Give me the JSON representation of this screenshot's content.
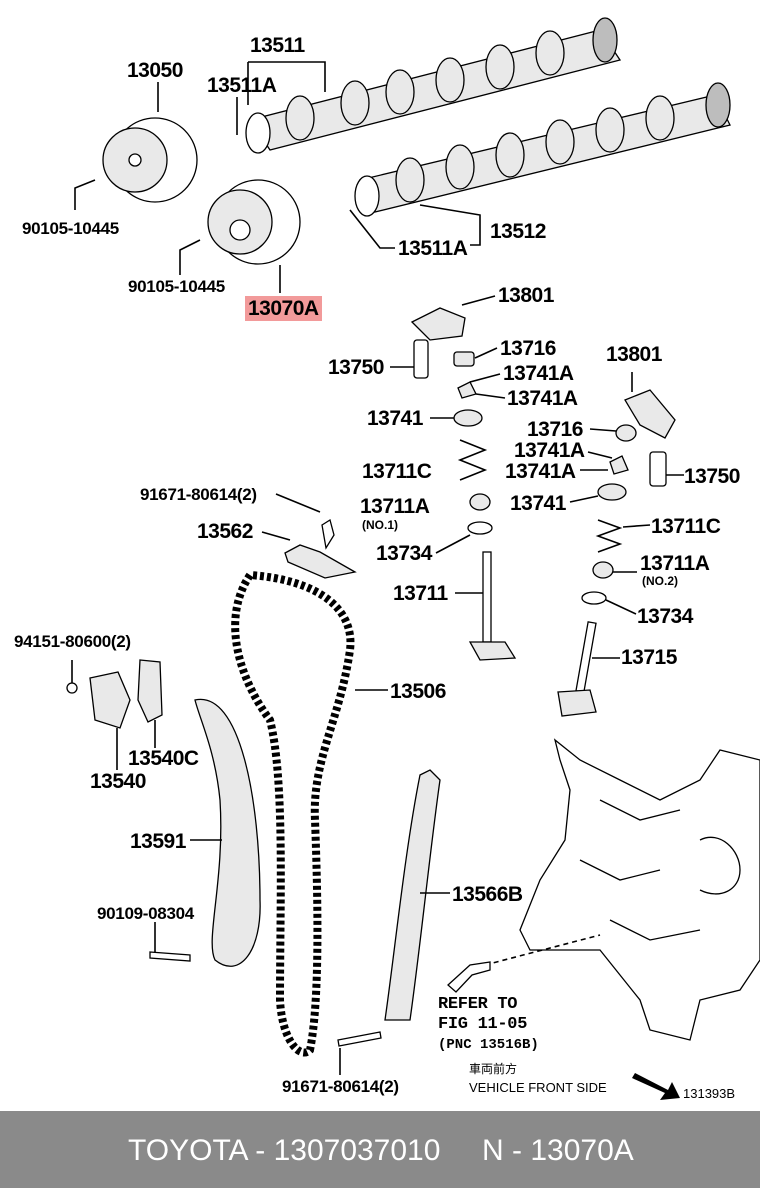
{
  "labels": {
    "l13511": "13511",
    "l13050": "13050",
    "l13511A_top": "13511A",
    "l90105_1": "90105-10445",
    "l90105_2": "90105-10445",
    "l13511A_bot": "13511A",
    "l13512": "13512",
    "l13070A": "13070A",
    "l13801_top": "13801",
    "l13750_left": "13750",
    "l13716_top": "13716",
    "l13741A_1": "13741A",
    "l13741A_2": "13741A",
    "l13741_left": "13741",
    "l13711C_left": "13711C",
    "l91671_top": "91671-80614(2)",
    "l13711A_left": "13711A",
    "l_no1": "(NO.1)",
    "l13562": "13562",
    "l13734_left": "13734",
    "l13711": "13711",
    "l13801_right": "13801",
    "l13716_right": "13716",
    "l13741A_3": "13741A",
    "l13741A_4": "13741A",
    "l13750_right": "13750",
    "l13741_right": "13741",
    "l13711C_right": "13711C",
    "l13711A_right": "13711A",
    "l_no2": "(NO.2)",
    "l13734_right": "13734",
    "l13715": "13715",
    "l94151": "94151-80600(2)",
    "l13506": "13506",
    "l13540C": "13540C",
    "l13540": "13540",
    "l13591": "13591",
    "l90109": "90109-08304",
    "l13566B": "13566B",
    "l_refer": "REFER TO",
    "l_fig": "FIG 11-05",
    "l_pnc": "(PNC 13516B)",
    "l91671_bot": "91671-80614(2)",
    "l_jp": "車両前方",
    "l_front": "VEHICLE FRONT SIDE",
    "l_code": "131393B"
  },
  "footer": {
    "brand_part": "TOYOTA - 1307037010",
    "ref": "N - 13070A"
  },
  "colors": {
    "highlight": "#f29a9a",
    "footer_bg": "#8a8a8a",
    "footer_text": "#ffffff"
  }
}
